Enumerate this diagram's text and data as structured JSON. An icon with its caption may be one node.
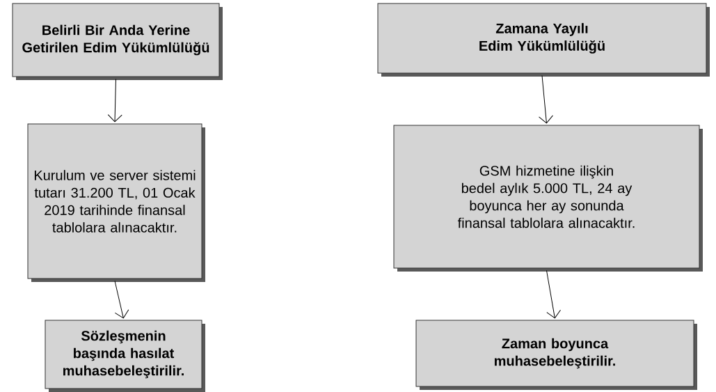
{
  "diagram": {
    "nodes": [
      {
        "text": [
          "Belirli Bir Anda Yerine Getirilen Edim Yükümlülüğü"
        ]
      },
      {
        "text": [
          "Zamana Yayılı Edim Yükümlülüğü"
        ]
      },
      {
        "text": [
          "Kurulum ve server sistemi tutarı 31.200 TL, 01 Ocak 2019 tarihinde finansal tablolara alınacaktır."
        ]
      },
      {
        "text": [
          "GSM hizmetine ilişkin bedel aylık 5.000 TL, 24 ay boyunca her ay sonunda finansal tablolara alınacaktır."
        ]
      },
      {
        "text": [
          "Sözleşmenin başında hasılat muhasebeleştirilir."
        ]
      },
      {
        "text": [
          "Zaman boyunca muhasebeleştirilir."
        ]
      }
    ],
    "edges": [
      {
        "from": 0,
        "to": 2,
        "arrow": "to"
      },
      {
        "from": 2,
        "to": 4,
        "arrow": "to"
      },
      {
        "from": 1,
        "to": 3,
        "arrow": "to"
      },
      {
        "from": 3,
        "to": 5,
        "arrow": "to"
      }
    ]
  }
}
